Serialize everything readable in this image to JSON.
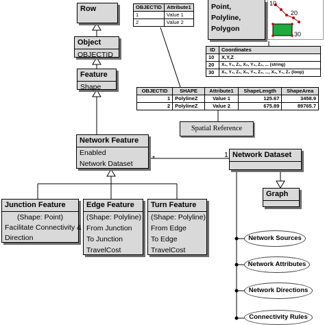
{
  "classes": {
    "row": {
      "title": "Row"
    },
    "object": {
      "title": "Object",
      "attrs": [
        "OBJECTID"
      ]
    },
    "feature": {
      "title": "Feature",
      "attrs": [
        "Shape"
      ]
    },
    "network_feature": {
      "title": "Network Feature",
      "attrs": [
        "Enabled",
        "Network Dataset"
      ]
    },
    "network_dataset": {
      "title": "Network Dataset"
    },
    "graph": {
      "title": "Graph"
    },
    "junction_feature": {
      "title": "Junction Feature",
      "attrs": [
        "(Shape: Point)",
        "Facilitate Connectivity &",
        "Direction"
      ]
    },
    "edge_feature": {
      "title": "Edge Feature",
      "attrs": [
        "(Shape: Polyline)",
        "From Junction",
        "To Junction",
        "TravelCost"
      ]
    },
    "turn_feature": {
      "title": "Turn Feature",
      "attrs": [
        "(Shape: Polyline)",
        "From Edge",
        "To Edge",
        "TravelCost"
      ]
    }
  },
  "multiplicity": {
    "many": "*",
    "one": "1"
  },
  "geometry_types": [
    "Point,",
    "Polyline,",
    "Polygon"
  ],
  "geometry_sample_labels": [
    "10",
    "20",
    "30"
  ],
  "object_table": {
    "headers": [
      "OBJECTID",
      "Attribute1"
    ],
    "rows": [
      [
        "1",
        "Value 1"
      ],
      [
        "2",
        "Value 2"
      ]
    ]
  },
  "coords_table": {
    "headers": [
      "ID",
      "Coordinates"
    ],
    "rows": [
      [
        "10",
        "X,Y,Z"
      ],
      [
        "20",
        "X₁, Y₁, Z₁, X₂, Y₂, Z₂, ... (string)"
      ],
      [
        "30",
        "X₁, Y₁, Z₁, X₂, Y₂, Z₂, ..., X₁, Y₁, Z₁ (loop)"
      ]
    ]
  },
  "feature_table": {
    "headers": [
      "OBJECTID",
      "SHAPE",
      "Attribute1",
      "ShapeLength",
      "ShapeArea"
    ],
    "rows": [
      [
        "1",
        "PolylineZ",
        "Value 1",
        "125.67",
        "3458.9"
      ],
      [
        "2",
        "PolylineZ",
        "Value 2",
        "675.89",
        "89765.7"
      ]
    ]
  },
  "spatial_reference": "Spatial Reference",
  "graph_items": [
    "Network Sources",
    "Network Attributes",
    "Network Directions",
    "Connectivity Rules"
  ],
  "colors": {
    "box_fill": "#d9d9d9",
    "polygon_fill": "#1faa3c",
    "point_color": "#cc0000"
  }
}
